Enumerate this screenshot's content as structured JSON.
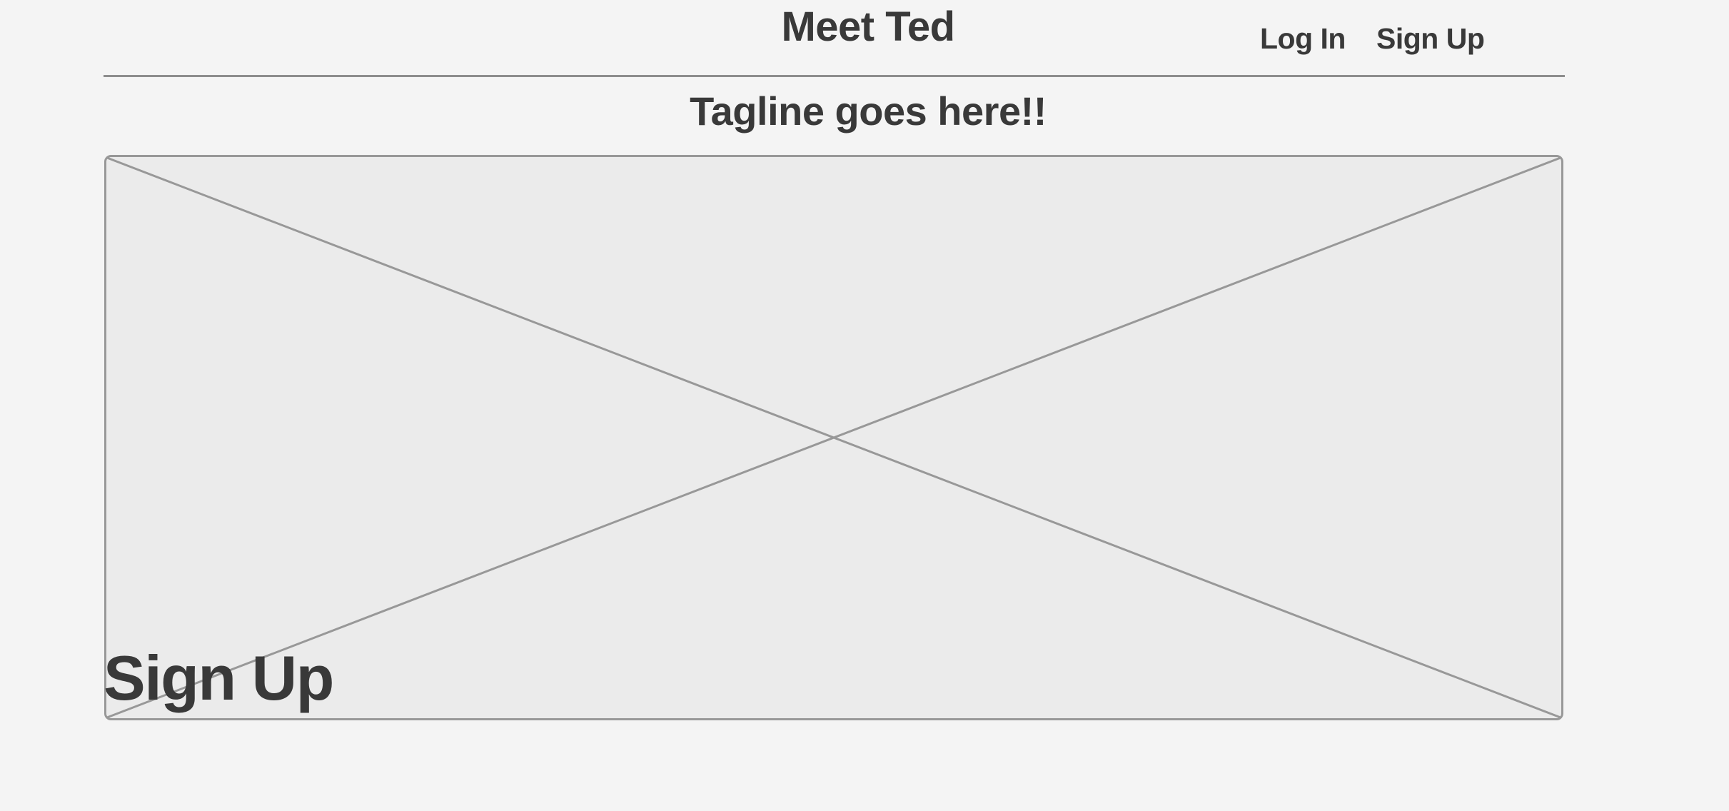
{
  "header": {
    "title": "Meet Ted",
    "nav": {
      "login_label": "Log In",
      "signup_label": "Sign Up"
    }
  },
  "hero": {
    "tagline": "Tagline goes here!!",
    "image_placeholder": "image-placeholder-icon",
    "cta_label": "Sign Up"
  },
  "colors": {
    "background": "#f4f4f4",
    "text": "#393939",
    "rule": "#8d8d8d",
    "placeholder_fill": "#ebebeb",
    "placeholder_stroke": "#989898"
  }
}
